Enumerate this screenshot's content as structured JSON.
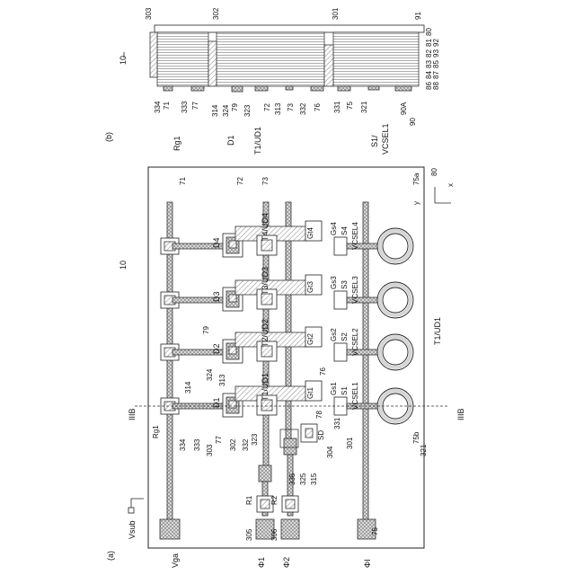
{
  "panel_a": {
    "label": "(a)",
    "ref_10": "10",
    "ref_80": "80",
    "ref_305": "305",
    "ref_306": "306",
    "vsub": "Vsub",
    "vga": "Vga",
    "phi1": "Φ1",
    "phi2": "Φ2",
    "phiI": "ΦI",
    "section_mark": "IIIB",
    "axis_x": "x",
    "axis_y": "y",
    "r1": "R1",
    "r2": "R2",
    "rg1": "Rg1",
    "t1ud1_caption": "T1/UD1",
    "wires": [
      "71",
      "72",
      "73",
      "75",
      "75a",
      "75b"
    ],
    "diodes": [
      "D1",
      "D2",
      "D3",
      "D4"
    ],
    "transistors": [
      "T1/UD1",
      "T2/UD2",
      "T3/UD3",
      "T4/UD4"
    ],
    "gates": [
      "Gt1",
      "Gt2",
      "Gt3",
      "Gt4"
    ],
    "gs": [
      "Gs1",
      "Gs2",
      "Gs3",
      "Gs4"
    ],
    "s_labels": [
      "S1",
      "S2",
      "S3",
      "S4"
    ],
    "vcsel": [
      "VCSEL1",
      "VCSEL2",
      "VCSEL3",
      "VCSEL4"
    ],
    "numerals": [
      "334",
      "333",
      "303",
      "77",
      "302",
      "332",
      "323",
      "314",
      "313",
      "324",
      "79",
      "78",
      "76",
      "331",
      "301",
      "321",
      "304",
      "315",
      "325",
      "335",
      "SD"
    ]
  },
  "panel_b": {
    "label": "(b)",
    "ref_10": "10",
    "top_refs": [
      "303",
      "302",
      "301",
      "91"
    ],
    "layer_refs": [
      "80",
      "81",
      "82",
      "92",
      "83",
      "93",
      "84",
      "85",
      "86",
      "87",
      "88"
    ],
    "bottom_refs": [
      "334",
      "71",
      "333",
      "77",
      "314",
      "324",
      "79",
      "323",
      "72",
      "313",
      "73",
      "332",
      "76",
      "331",
      "75",
      "321",
      "90A",
      "90"
    ],
    "bottom_text": [
      "Rg1",
      "D1",
      "T1/UD1",
      "S1/",
      "VCSEL1"
    ]
  }
}
